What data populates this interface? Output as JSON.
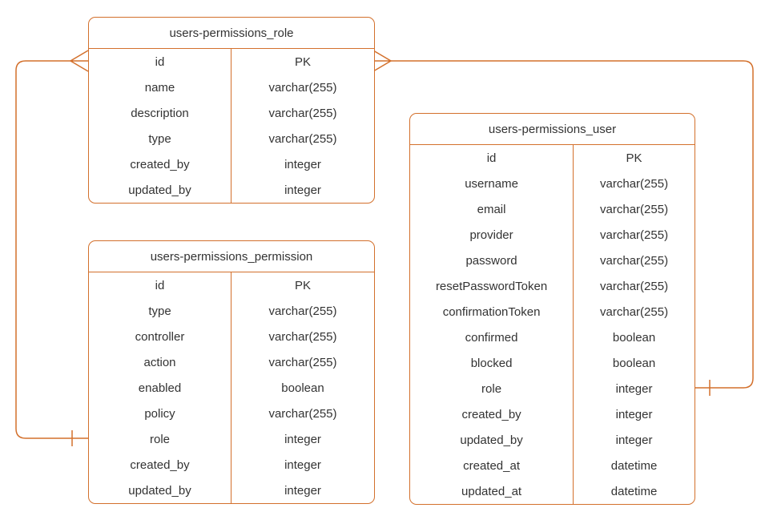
{
  "diagram": {
    "background": "#ffffff",
    "stroke_color": "#d3702c",
    "text_color": "#333333"
  },
  "tables": [
    {
      "title": "users-permissions_role",
      "fields": [
        {
          "name": "id",
          "type": "PK"
        },
        {
          "name": "name",
          "type": "varchar(255)"
        },
        {
          "name": "description",
          "type": "varchar(255)"
        },
        {
          "name": "type",
          "type": "varchar(255)"
        },
        {
          "name": "created_by",
          "type": "integer"
        },
        {
          "name": "updated_by",
          "type": "integer"
        }
      ]
    },
    {
      "title": "users-permissions_permission",
      "fields": [
        {
          "name": "id",
          "type": "PK"
        },
        {
          "name": "type",
          "type": "varchar(255)"
        },
        {
          "name": "controller",
          "type": "varchar(255)"
        },
        {
          "name": "action",
          "type": "varchar(255)"
        },
        {
          "name": "enabled",
          "type": "boolean"
        },
        {
          "name": "policy",
          "type": "varchar(255)"
        },
        {
          "name": "role",
          "type": "integer"
        },
        {
          "name": "created_by",
          "type": "integer"
        },
        {
          "name": "updated_by",
          "type": "integer"
        }
      ]
    },
    {
      "title": "users-permissions_user",
      "fields": [
        {
          "name": "id",
          "type": "PK"
        },
        {
          "name": "username",
          "type": "varchar(255)"
        },
        {
          "name": "email",
          "type": "varchar(255)"
        },
        {
          "name": "provider",
          "type": "varchar(255)"
        },
        {
          "name": "password",
          "type": "varchar(255)"
        },
        {
          "name": "resetPasswordToken",
          "type": "varchar(255)"
        },
        {
          "name": "confirmationToken",
          "type": "varchar(255)"
        },
        {
          "name": "confirmed",
          "type": "boolean"
        },
        {
          "name": "blocked",
          "type": "boolean"
        },
        {
          "name": "role",
          "type": "integer"
        },
        {
          "name": "created_by",
          "type": "integer"
        },
        {
          "name": "updated_by",
          "type": "integer"
        },
        {
          "name": "created_at",
          "type": "datetime"
        },
        {
          "name": "updated_at",
          "type": "datetime"
        }
      ]
    }
  ],
  "relationships": [
    {
      "from_table": "users-permissions_role",
      "from_field": "id",
      "from_cardinality": "many",
      "to_table": "users-permissions_permission",
      "to_field": "role",
      "to_cardinality": "one"
    },
    {
      "from_table": "users-permissions_role",
      "from_field": "id",
      "from_cardinality": "many",
      "to_table": "users-permissions_user",
      "to_field": "role",
      "to_cardinality": "one"
    }
  ]
}
